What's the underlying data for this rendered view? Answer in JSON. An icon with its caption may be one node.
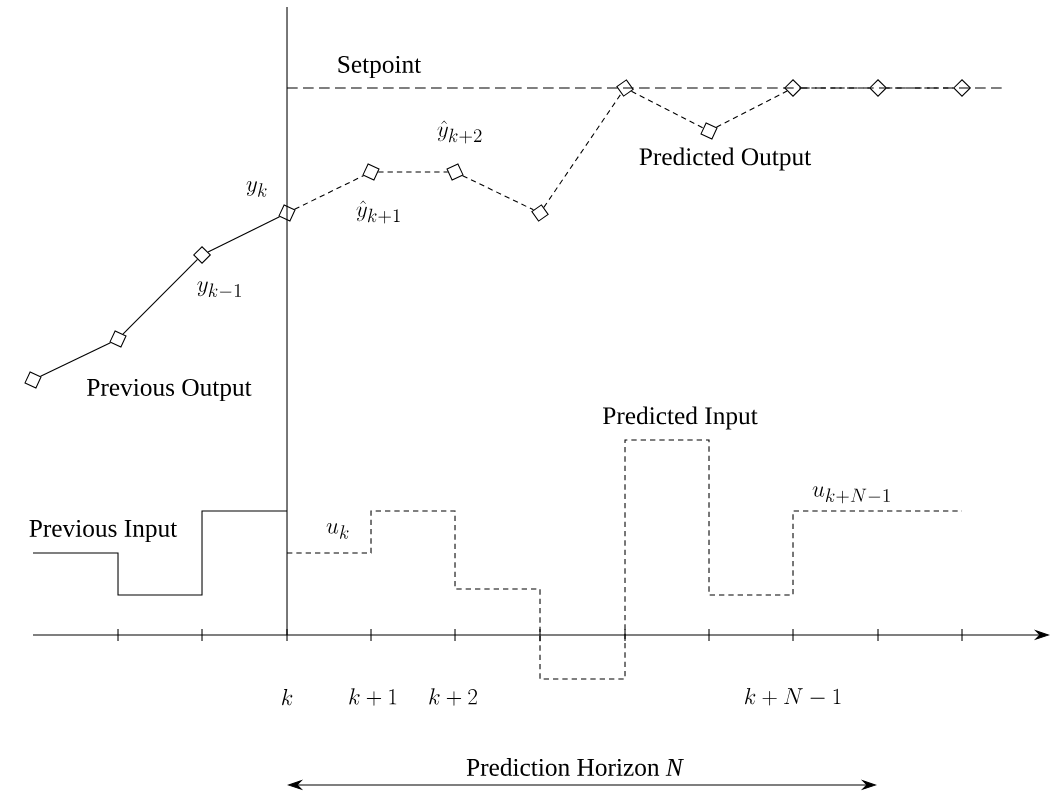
{
  "diagram": {
    "nodes": [
      {
        "text": [],
        "shape": "box"
      },
      {
        "text": [],
        "shape": "box"
      },
      {
        "text": [],
        "shape": "diamond"
      },
      {
        "text": [],
        "shape": "box"
      },
      {
        "text": [],
        "shape": "box"
      },
      {
        "text": [],
        "shape": "box"
      },
      {
        "text": [],
        "shape": "diamond"
      },
      {
        "text": [],
        "shape": "diamond"
      },
      {
        "text": [],
        "shape": "box"
      },
      {
        "text": [],
        "shape": "diamond"
      },
      {
        "text": [],
        "shape": "diamond"
      },
      {
        "text": [],
        "shape": "diamond"
      }
    ],
    "edges": [
      {
        "from": 0,
        "to": 1,
        "arrow": "none"
      },
      {
        "from": 1,
        "to": 2,
        "arrow": "none"
      },
      {
        "from": 2,
        "to": 3,
        "arrow": "none"
      },
      {
        "from": 3,
        "to": 4,
        "arrow": "none",
        "style": "dashed"
      },
      {
        "from": 4,
        "to": 5,
        "arrow": "none",
        "style": "dashed"
      },
      {
        "from": 5,
        "to": 6,
        "arrow": "none",
        "style": "dashed"
      },
      {
        "from": 6,
        "to": 7,
        "arrow": "none",
        "style": "dashed"
      },
      {
        "from": 7,
        "to": 8,
        "arrow": "none",
        "style": "dashed"
      },
      {
        "from": 8,
        "to": 9,
        "arrow": "none",
        "style": "dashed"
      },
      {
        "from": 9,
        "to": 10,
        "arrow": "none",
        "style": "dashed"
      },
      {
        "from": 10,
        "to": 11,
        "arrow": "none",
        "style": "dashed"
      }
    ],
    "labels": [
      "Setpoint",
      "\\hat{y}_{k+2}",
      "Predicted Output",
      "y_k",
      "\\hat{y}_{k+1}",
      "y_{k-1}",
      "Previous Output",
      "Predicted Input",
      "u_{k+N-1}",
      "Previous Input",
      "u_k",
      "k",
      "k+1",
      "k+2",
      "k+N-1",
      "Prediction Horizon *N*"
    ]
  }
}
